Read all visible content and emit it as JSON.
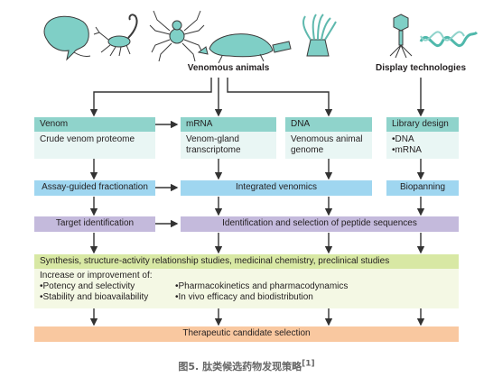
{
  "top": {
    "venomous_animals": "Venomous animals",
    "display_technologies": "Display technologies"
  },
  "columns": {
    "venom": {
      "header": "Venom",
      "body": "Crude venom proteome"
    },
    "mrna": {
      "header": "mRNA",
      "body": [
        "Venom-gland",
        "transcriptome"
      ]
    },
    "dna": {
      "header": "DNA",
      "body": [
        "Venomous animal",
        "genome"
      ]
    },
    "library": {
      "header": "Library design",
      "items": [
        "DNA",
        "mRNA"
      ]
    }
  },
  "row2": {
    "fractionation": "Assay-guided fractionation",
    "integrated": "Integrated venomics",
    "biopanning": "Biopanning"
  },
  "row3": {
    "target": "Target identification",
    "identification": "Identification and selection of peptide sequences"
  },
  "row4": {
    "synthesis": "Synthesis, structure-activity relationship studies, medicinal chemistry, preclinical studies",
    "increase_title": "Increase or improvement of:",
    "left_items": [
      "Potency and selectivity",
      "Stability and bioavailability"
    ],
    "right_items": [
      "Pharmacokinetics and pharmacodynamics",
      "In vivo efficacy and biodistribution"
    ]
  },
  "final": "Therapeutic candidate selection",
  "caption": {
    "text": "图5. 肽类候选药物发现策略",
    "ref": "[1]"
  },
  "colors": {
    "teal": "#8fd3cb",
    "blue": "#9fd6f0",
    "purple": "#c4badc",
    "green": "#d8e8a4",
    "orange": "#f9c8a0",
    "arrow": "#333333",
    "icon": "#7fcfc6"
  },
  "icons": [
    "stingray-icon",
    "scorpion-icon",
    "spider-icon",
    "platypus-icon",
    "sea-anemone-icon",
    "bacteriophage-icon",
    "dna-strand-icon"
  ]
}
